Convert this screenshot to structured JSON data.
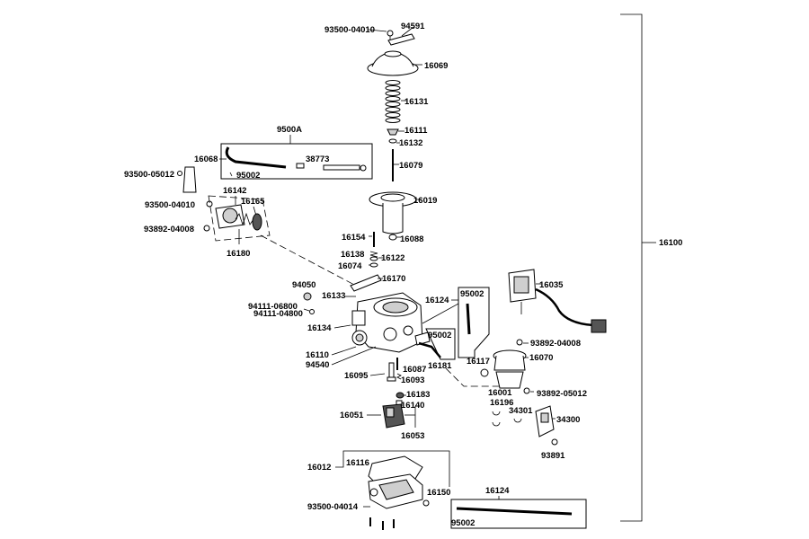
{
  "assembly_number": "16100",
  "labels": {
    "p93500_04010_top": "93500-04010",
    "p94591": "94591",
    "p16069": "16069",
    "p16131": "16131",
    "p16111": "16111",
    "p16132": "16132",
    "p16079": "16079",
    "p16019": "16019",
    "p16088": "16088",
    "p16154": "16154",
    "p16138": "16138",
    "p16122": "16122",
    "p16074": "16074",
    "p16170": "16170",
    "p9500A": "9500A",
    "p16068": "16068",
    "p38773": "38773",
    "p93500_05012": "93500-05012",
    "p95002_kit": "95002",
    "p16142": "16142",
    "p93500_04010_left": "93500-04010",
    "p16165": "16165",
    "p93892_04008_left": "93892-04008",
    "p16180": "16180",
    "p94050": "94050",
    "p16133": "16133",
    "p94111_06800": "94111-06800",
    "p94111_04800": "94111-04800",
    "p16134": "16134",
    "p16124_mid": "16124",
    "p95002_mid": "95002",
    "p95002_hose": "95002",
    "p16110": "16110",
    "p94540": "94540",
    "p16181": "16181",
    "p16087": "16087",
    "p16095": "16095",
    "p16093": "16093",
    "p16035": "16035",
    "p93892_04008_right": "93892-04008",
    "p16070": "16070",
    "p16117": "16117",
    "p16001": "16001",
    "p93892_05012": "93892-05012",
    "p16196": "16196",
    "p34301": "34301",
    "p34300": "34300",
    "p93891": "93891",
    "p16183": "16183",
    "p16140": "16140",
    "p16051": "16051",
    "p16053": "16053",
    "p16012": "16012",
    "p16116": "16116",
    "p16150": "16150",
    "p93500_04014": "93500-04014",
    "p16124_bottom": "16124",
    "p95002_bottom": "95002"
  }
}
